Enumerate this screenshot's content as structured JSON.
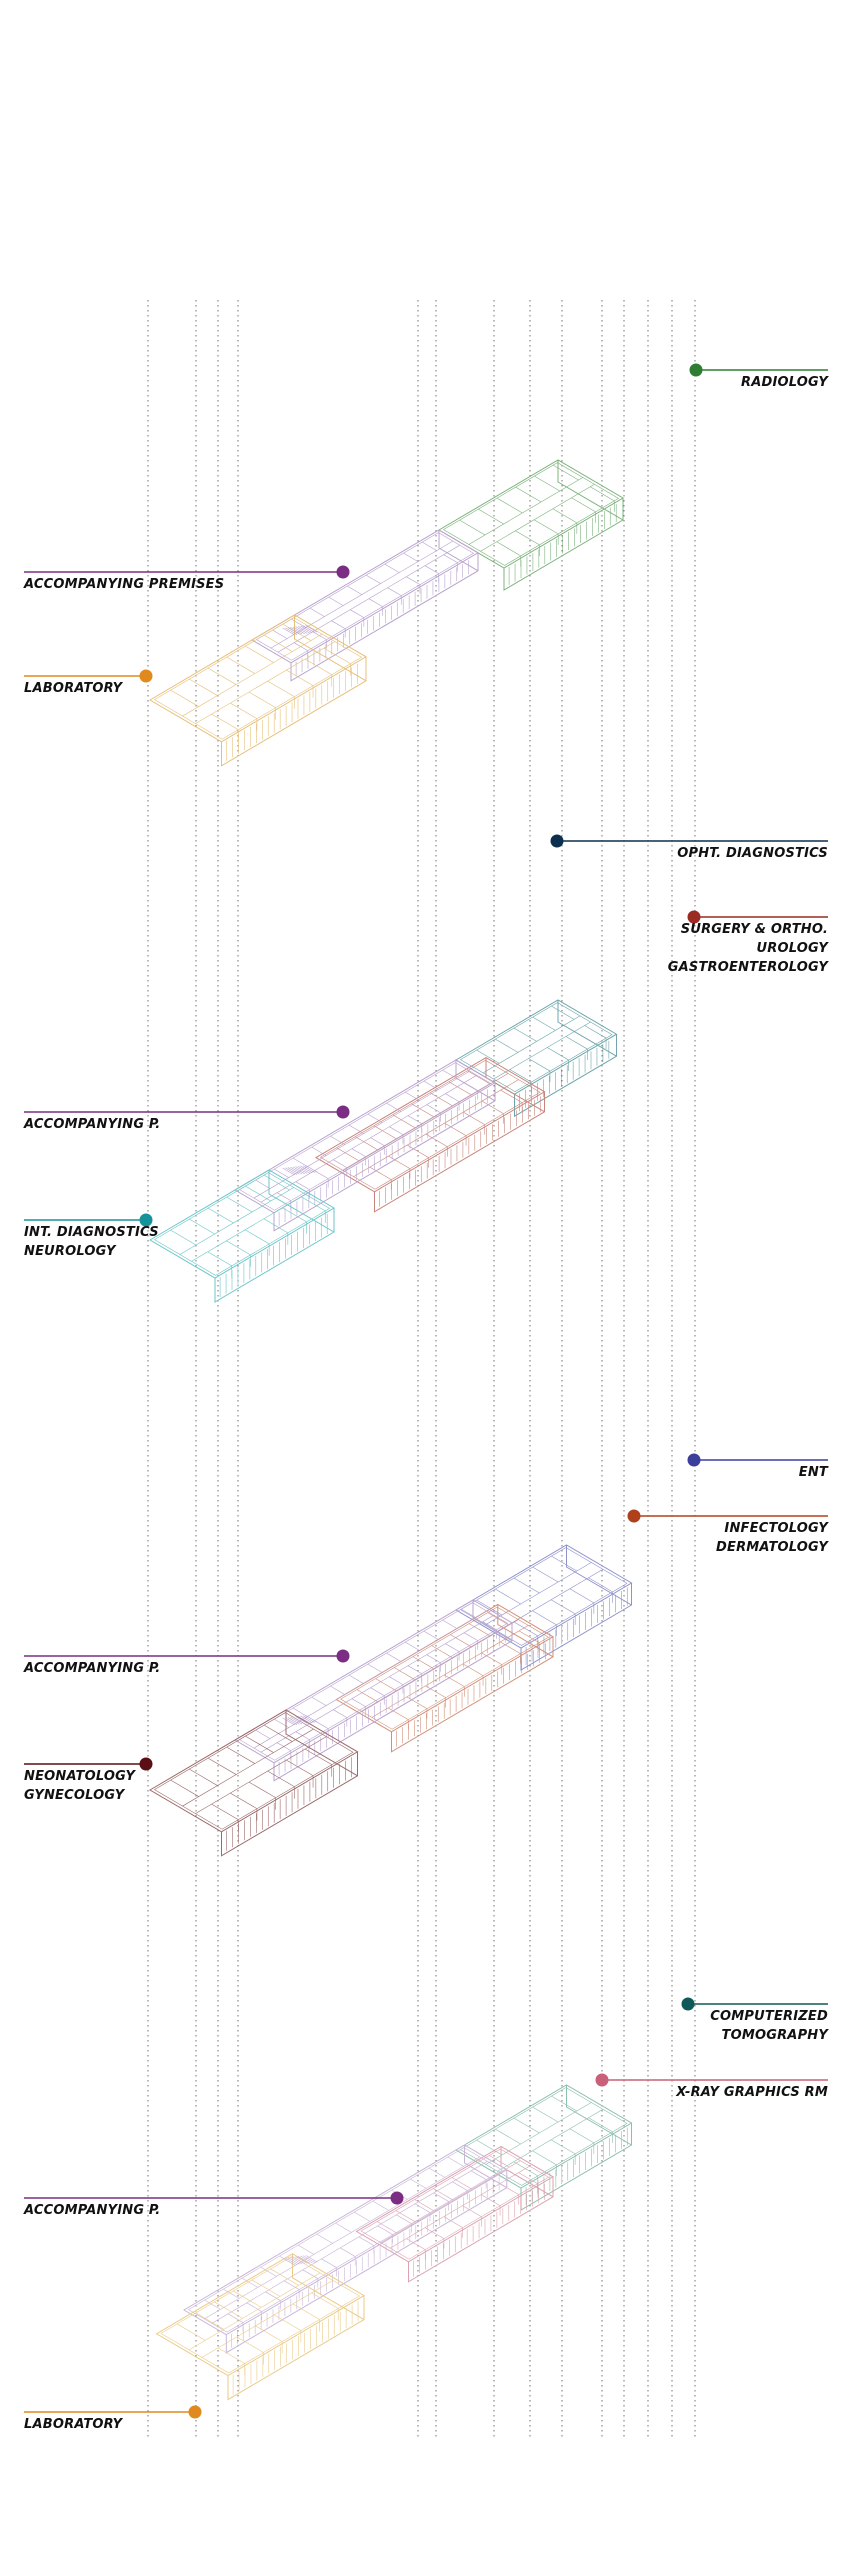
{
  "floors": [
    {
      "id": "floor-4",
      "labels": [
        {
          "key": "radiology",
          "lines": [
            "RADIOLOGY"
          ],
          "color": "#2e7d32",
          "side": "right"
        },
        {
          "key": "accompanying",
          "lines": [
            "ACCOMPANYING PREMISES"
          ],
          "color": "#7b2d83",
          "side": "left"
        },
        {
          "key": "laboratory",
          "lines": [
            "LABORATORY"
          ],
          "color": "#e08a1e",
          "side": "left"
        }
      ],
      "zones": [
        {
          "name": "radiology-zone",
          "color": "#7cb37c"
        },
        {
          "name": "corridor-zone",
          "color": "#b9a3cf"
        },
        {
          "name": "laboratory-zone",
          "color": "#e7c07a"
        }
      ]
    },
    {
      "id": "floor-3",
      "labels": [
        {
          "key": "opht",
          "lines": [
            "OPHT. DIAGNOSTICS"
          ],
          "color": "#0d2f4f",
          "side": "right"
        },
        {
          "key": "surgery",
          "lines": [
            "SURGERY & ORTHO.",
            "UROLOGY",
            "GASTROENTEROLOGY"
          ],
          "color": "#9a2a22",
          "side": "right"
        },
        {
          "key": "accompanying",
          "lines": [
            "ACCOMPANYING P."
          ],
          "color": "#7b2d83",
          "side": "left"
        },
        {
          "key": "int-diag",
          "lines": [
            "INT. DIAGNOSTICS",
            "NEUROLOGY"
          ],
          "color": "#16939a",
          "side": "left"
        }
      ],
      "zones": [
        {
          "name": "opht-zone",
          "color": "#6fa6ad"
        },
        {
          "name": "surgery-zone",
          "color": "#c9857c"
        },
        {
          "name": "corridor-zone",
          "color": "#b9a3cf"
        },
        {
          "name": "int-diag-zone",
          "color": "#6cc6c8"
        }
      ]
    },
    {
      "id": "floor-2",
      "labels": [
        {
          "key": "ent",
          "lines": [
            "ENT"
          ],
          "color": "#3b3f9a",
          "side": "right"
        },
        {
          "key": "infectology",
          "lines": [
            "INFECTOLOGY",
            "DERMATOLOGY"
          ],
          "color": "#b0401c",
          "side": "right"
        },
        {
          "key": "accompanying",
          "lines": [
            "ACCOMPANYING P."
          ],
          "color": "#7b2d83",
          "side": "left"
        },
        {
          "key": "neonatology",
          "lines": [
            "NEONATOLOGY",
            "GYNECOLOGY"
          ],
          "color": "#5a0f14",
          "side": "left"
        }
      ],
      "zones": [
        {
          "name": "ent-zone",
          "color": "#8f93cc"
        },
        {
          "name": "infectology-zone",
          "color": "#d39077"
        },
        {
          "name": "corridor-zone",
          "color": "#b9a3cf"
        },
        {
          "name": "neonatology-zone",
          "color": "#9c6a6a"
        }
      ]
    },
    {
      "id": "floor-1",
      "labels": [
        {
          "key": "ct",
          "lines": [
            "COMPUTERIZED",
            "TOMOGRAPHY"
          ],
          "color": "#0f5a59",
          "side": "right"
        },
        {
          "key": "xray",
          "lines": [
            "X-RAY GRAPHICS RM"
          ],
          "color": "#c8607a",
          "side": "right"
        },
        {
          "key": "accompanying",
          "lines": [
            "ACCOMPANYING P."
          ],
          "color": "#7b2d83",
          "side": "left"
        },
        {
          "key": "laboratory",
          "lines": [
            "LABORATORY"
          ],
          "color": "#e08a1e",
          "side": "left"
        }
      ],
      "zones": [
        {
          "name": "ct-zone",
          "color": "#8dbfae"
        },
        {
          "name": "xray-zone",
          "color": "#dba3b1"
        },
        {
          "name": "corridor-zone",
          "color": "#c9b6d8"
        },
        {
          "name": "laboratory-zone",
          "color": "#eccb8a"
        }
      ]
    }
  ]
}
